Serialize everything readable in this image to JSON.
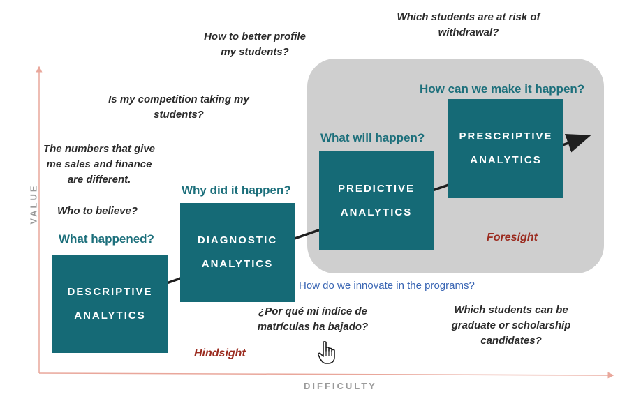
{
  "axes": {
    "x_label": "DIFFICULTY",
    "y_label": "VALUE"
  },
  "stages": [
    {
      "question": "What happened?",
      "line1": "DESCRIPTIVE",
      "line2": "ANALYTICS"
    },
    {
      "question": "Why did it happen?",
      "line1": "DIAGNOSTIC",
      "line2": "ANALYTICS"
    },
    {
      "question": "What will happen?",
      "line1": "PREDICTIVE",
      "line2": "ANALYTICS"
    },
    {
      "question": "How can we make it happen?",
      "line1": "PRESCRIPTIVE",
      "line2": "ANALYTICS"
    }
  ],
  "phases": {
    "hindsight": "Hindsight",
    "foresight": "Foresight"
  },
  "notes": {
    "profile_1": "How to better profile",
    "profile_2": "my students?",
    "risk_1": "Which students are at risk of",
    "risk_2": "withdrawal?",
    "competition_1": "Is my competition taking my",
    "competition_2": "students?",
    "numbers_1": "The numbers that give",
    "numbers_2": "me sales and finance",
    "numbers_3": "are different.",
    "believe": "Who to believe?",
    "indice_1": "¿Por qué mi índice de",
    "indice_2": "matrículas ha bajado?",
    "graduate_1": "Which students can be",
    "graduate_2": "graduate or scholarship",
    "graduate_3": "candidates?"
  },
  "innovate_question": "How do we innovate in the programs?",
  "colors": {
    "box": "#156a76",
    "question": "#1c6f7b",
    "phase": "#9b2b1f",
    "panel": "#cfcfcf",
    "axis": "#e9a79b",
    "link": "#3a66b4"
  },
  "icons": {
    "cursor": "hand-pointer-icon"
  }
}
